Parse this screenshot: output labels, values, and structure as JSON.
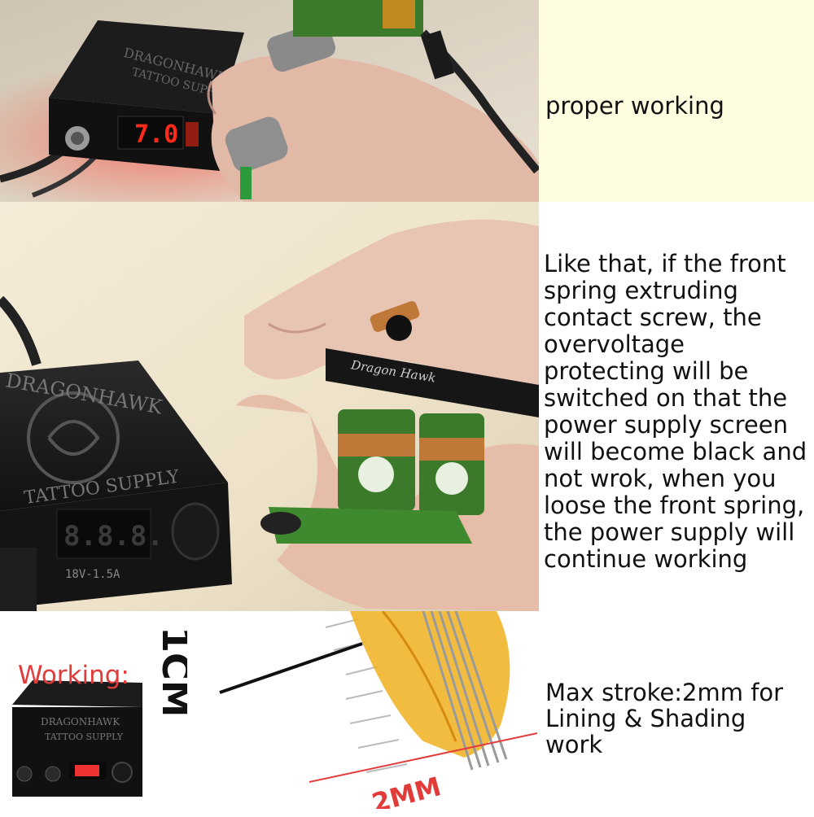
{
  "sections": [
    {
      "caption": "proper working"
    },
    {
      "caption": "Like that, if the front\nspring extruding\ncontact screw, the\novervoltage\nprotecting will be\nswitched on that the\npower supply screen\nwill become black and\nnot wrok, when you\nloose the front spring,\nthe power supply will\ncontinue working"
    },
    {
      "caption": "Max stroke:2mm for\nLining & Shading\nwork"
    }
  ],
  "device": {
    "brand": "DRAGONHAWK",
    "subtitle": "TATTOO SUPPLY",
    "display_on": "7.0",
    "display_off": "8.8.8.",
    "spec": "18V-1.5A",
    "machine_brand": "Dragon Hawk"
  },
  "labels": {
    "working": "Working:",
    "cm": "1CM",
    "stroke": "2MM"
  },
  "colors": {
    "cream_panel": "#fffde0",
    "accent_red": "#e33a3a",
    "machine_green": "#3a7a2a",
    "needle_amber": "#f0b020"
  }
}
